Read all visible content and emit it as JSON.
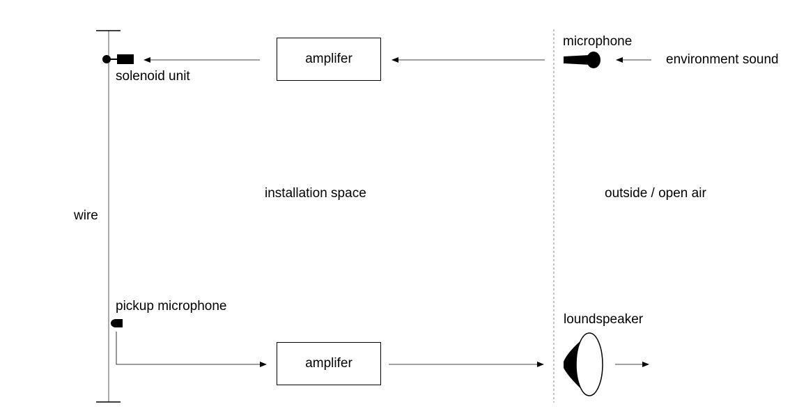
{
  "labels": {
    "solenoid_unit": "solenoid unit",
    "wire": "wire",
    "pickup_microphone": "pickup microphone",
    "amplifier_top": "amplifer",
    "amplifier_bottom": "amplifer",
    "installation_space": "installation space",
    "outside": "outside / open air",
    "microphone": "microphone",
    "environment_sound": "environment sound",
    "loudspeaker": "loundspeaker"
  },
  "colors": {
    "line": "#000000",
    "wire": "#aaaaaa",
    "divider": "#888888"
  }
}
